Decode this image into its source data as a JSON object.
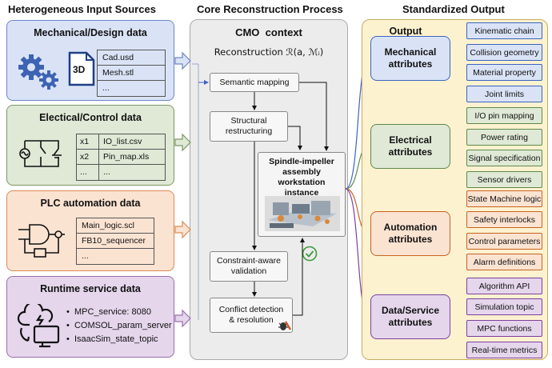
{
  "headers": {
    "left": "Heterogeneous Input Sources",
    "center": "Core Reconstruction Process",
    "right": "Standardized Output"
  },
  "sources": {
    "mechanical": {
      "title": "Mechanical/Design data",
      "icon_label": "3D",
      "files": [
        "Cad.usd",
        "Mesh.stl",
        "..."
      ]
    },
    "electrical": {
      "title": "Electical/Control data",
      "rows": [
        [
          "x1",
          "IO_list.csv"
        ],
        [
          "x2",
          "Pin_map.xls"
        ],
        [
          "...",
          "..."
        ]
      ]
    },
    "plc": {
      "title": "PLC automation data",
      "files": [
        "Main_logic.scl",
        "FB10_sequencer",
        "..."
      ]
    },
    "runtime": {
      "title": "Runtime service data",
      "items": [
        "MPC_service: 8080",
        "COMSOL_param_server",
        "IsaacSim_state_topic"
      ]
    }
  },
  "core": {
    "title": "CMO  context",
    "formula": "Reconstruction ℛ(a, ℳᵢ)",
    "steps": [
      "Semantic mapping",
      "Structural restructuring",
      "Constraint-aware validation",
      "Conflict detection & resolution"
    ],
    "instance": "Spindle-impeller assembly workstation instance"
  },
  "output": {
    "title": "Output",
    "groups": [
      {
        "label": "Mechanical attributes",
        "leaves": [
          "Kinematic chain",
          "Collision geometry",
          "Material property",
          "Joint limits"
        ]
      },
      {
        "label": "Electrical attributes",
        "leaves": [
          "I/O pin mapping",
          "Power rating",
          "Signal specification",
          "Sensor drivers"
        ]
      },
      {
        "label": "Automation attributes",
        "leaves": [
          "State Machine logic",
          "Safety interlocks",
          "Control parameters",
          "Alarm definitions"
        ]
      },
      {
        "label": "Data/Service attributes",
        "leaves": [
          "Algorithm API",
          "Simulation topic",
          "MPC functions",
          "Real-time metrics"
        ]
      }
    ]
  },
  "colors": {
    "mechanical": "#dae3f6",
    "mechanical_border": "#6b86c6",
    "electrical": "#dfe9d6",
    "electrical_border": "#7a9864",
    "plc": "#fbe3d2",
    "plc_border": "#dd8a52",
    "runtime": "#e5d6ec",
    "runtime_border": "#9a6eae",
    "output_panel": "#fdf2d0"
  }
}
